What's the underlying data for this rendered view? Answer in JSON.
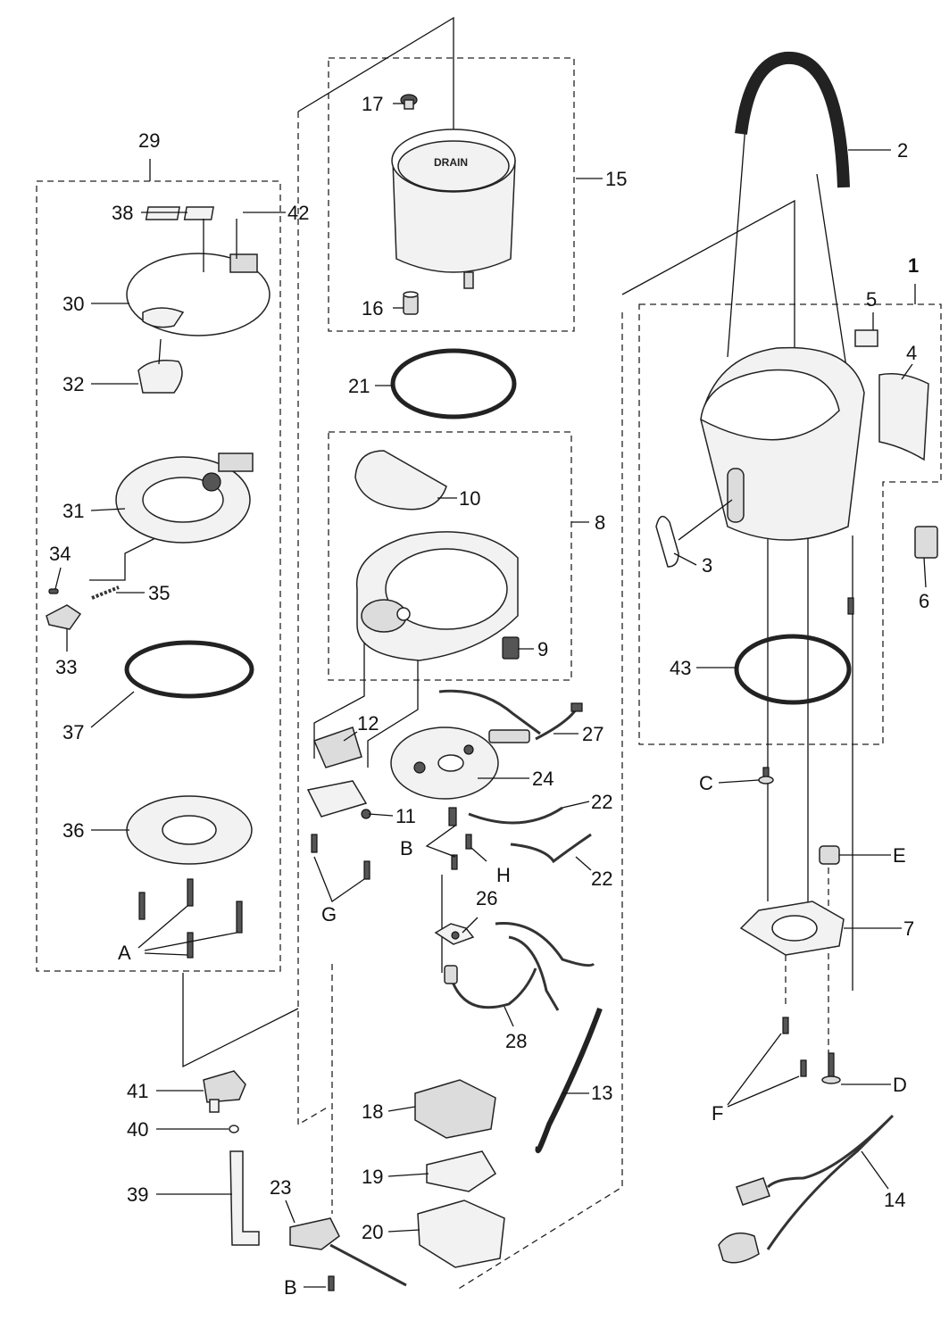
{
  "callouts": {
    "c1": "1",
    "c2": "2",
    "c3": "3",
    "c4": "4",
    "c5": "5",
    "c6": "6",
    "c7": "7",
    "c8": "8",
    "c9": "9",
    "c10": "10",
    "c11": "11",
    "c12": "12",
    "c13": "13",
    "c14": "14",
    "c15": "15",
    "c16": "16",
    "c17": "17",
    "c18": "18",
    "c19": "19",
    "c20": "20",
    "c21": "21",
    "c22a": "22",
    "c22b": "22",
    "c23": "23",
    "c24": "24",
    "c26": "26",
    "c27": "27",
    "c28": "28",
    "c29": "29",
    "c30": "30",
    "c31": "31",
    "c32": "32",
    "c33": "33",
    "c34": "34",
    "c35": "35",
    "c36": "36",
    "c37": "37",
    "c38": "38",
    "c39": "39",
    "c40": "40",
    "c41": "41",
    "c42": "42",
    "c43": "43",
    "cA": "A",
    "cB1": "B",
    "cB2": "B",
    "cC": "C",
    "cD": "D",
    "cE": "E",
    "cF": "F",
    "cG": "G",
    "cH": "H"
  },
  "inner_pot_text": "DRAIN"
}
